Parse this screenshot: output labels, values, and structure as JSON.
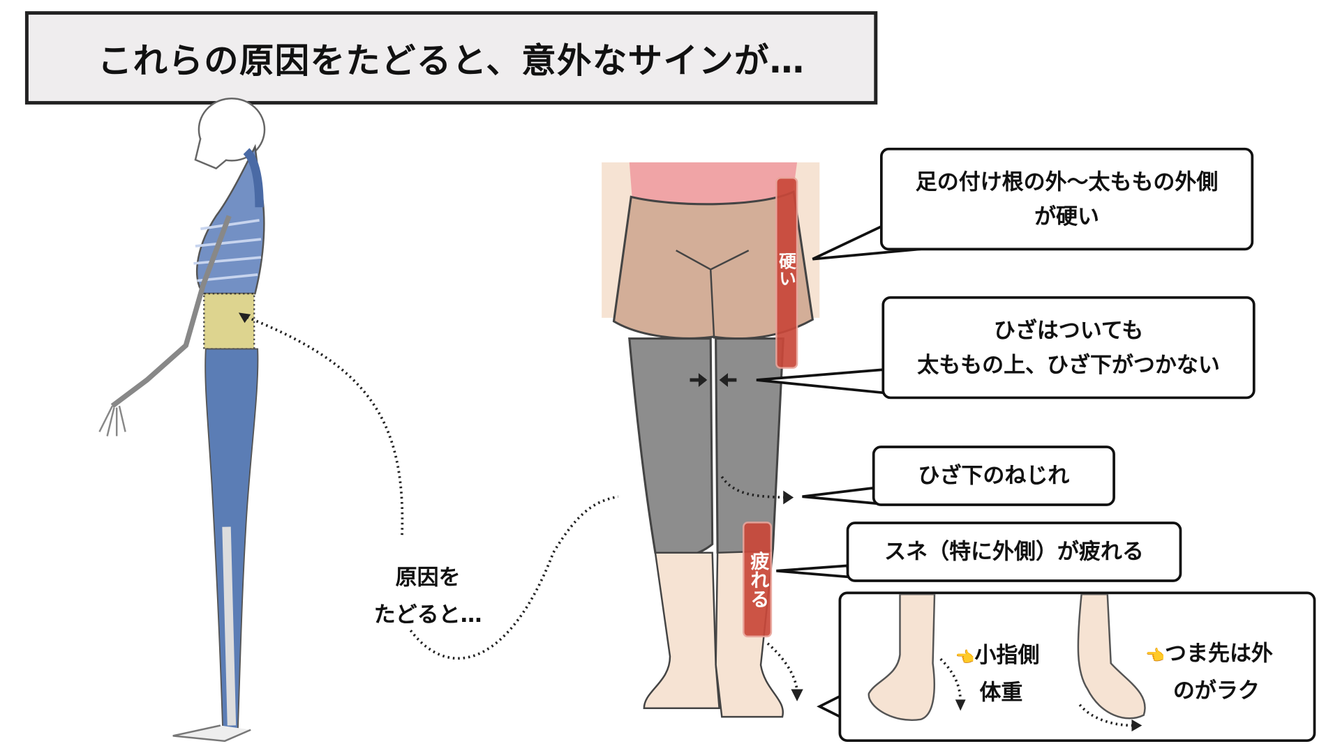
{
  "title": "これらの原因をたどると、意外なサインが…",
  "trace_label": {
    "line1": "原因を",
    "line2": "たどると…"
  },
  "callouts": {
    "thigh": {
      "line1": "足の付け根の外〜太ももの外側",
      "line2": "が硬い"
    },
    "knee": {
      "line1": "ひざはついても",
      "line2": "太ももの上、ひざ下がつかない"
    },
    "twist": {
      "line1": "ひざ下のねじれ"
    },
    "shin": {
      "line1": "スネ（特に外側）が疲れる"
    }
  },
  "tags": {
    "hard": "硬い",
    "tired": "疲れる"
  },
  "feet_box": {
    "left": {
      "line1": "小指側",
      "line2": "体重"
    },
    "right": {
      "line1": "つま先は外",
      "line2": "のがラク"
    },
    "pointer_icon": "👈"
  },
  "colors": {
    "fascia": "#5b7db5",
    "highlight": "#d8cd7c",
    "tag": "#c9483a",
    "shorts": "#d3ae98",
    "leggings": "#8d8d8d"
  }
}
